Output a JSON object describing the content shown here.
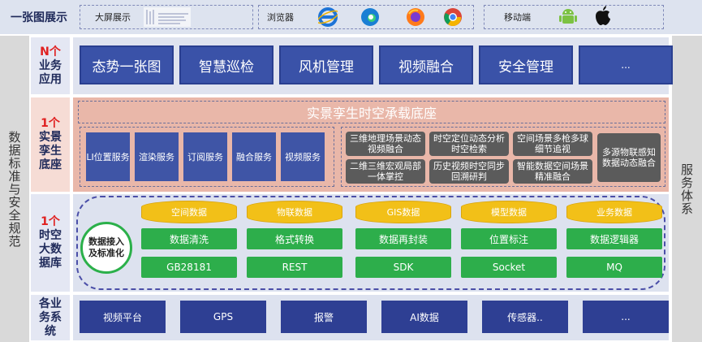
{
  "top": {
    "title": "一张图展示",
    "groups": [
      {
        "label": "大屏展示"
      },
      {
        "label": "浏览器"
      },
      {
        "label": "移动端"
      }
    ],
    "icons": [
      "screen-preview-icon",
      "ie-icon",
      "edge-icon",
      "firefox-icon",
      "chrome-icon",
      "android-icon",
      "apple-icon"
    ]
  },
  "left_side": {
    "text": "数据标准与安全规范"
  },
  "right_side": {
    "text": "服务体系"
  },
  "layers": {
    "apps": {
      "count": "N个",
      "name": "业务应用",
      "items": [
        "态势一张图",
        "智慧巡检",
        "风机管理",
        "视频融合",
        "安全管理",
        "..."
      ]
    },
    "twin": {
      "count": "1个",
      "name": "实景孪生底座",
      "title": "实景孪生时空承载底座",
      "services": [
        "LI位置服务",
        "渲染服务",
        "订阅服务",
        "融合服务",
        "视频服务"
      ],
      "capabilities": [
        "三维地理场景动态视频融合",
        "时空定位动态分析时空检索",
        "空间场景多枪多球细节追视",
        "二维三维宏观局部一体掌控",
        "历史视频时空同步回溯研判",
        "智能数据空间场景精准融合",
        "多源物联感知数据动态融合"
      ]
    },
    "bigdata": {
      "count": "1个",
      "name": "时空大数据库",
      "ingest": "数据接入及标准化",
      "stores": [
        "空间数据",
        "物联数据",
        "GIS数据",
        "模型数据",
        "业务数据"
      ],
      "processes": [
        "数据清洗",
        "格式转换",
        "数据再封装",
        "位置标注",
        "数据逻辑器"
      ],
      "protocols": [
        "GB28181",
        "REST",
        "SDK",
        "Socket",
        "MQ"
      ]
    },
    "systems": {
      "name": "各业务系统",
      "items": [
        "视频平台",
        "GPS",
        "报警",
        "AI数据",
        "传感器..",
        "..."
      ]
    }
  },
  "colors": {
    "navy": "#2e3f93",
    "app_blue": "#3a52a8",
    "salmon": "#e9b7a9",
    "green": "#2dae4b",
    "yellow": "#f2c018",
    "red": "#e02020"
  }
}
